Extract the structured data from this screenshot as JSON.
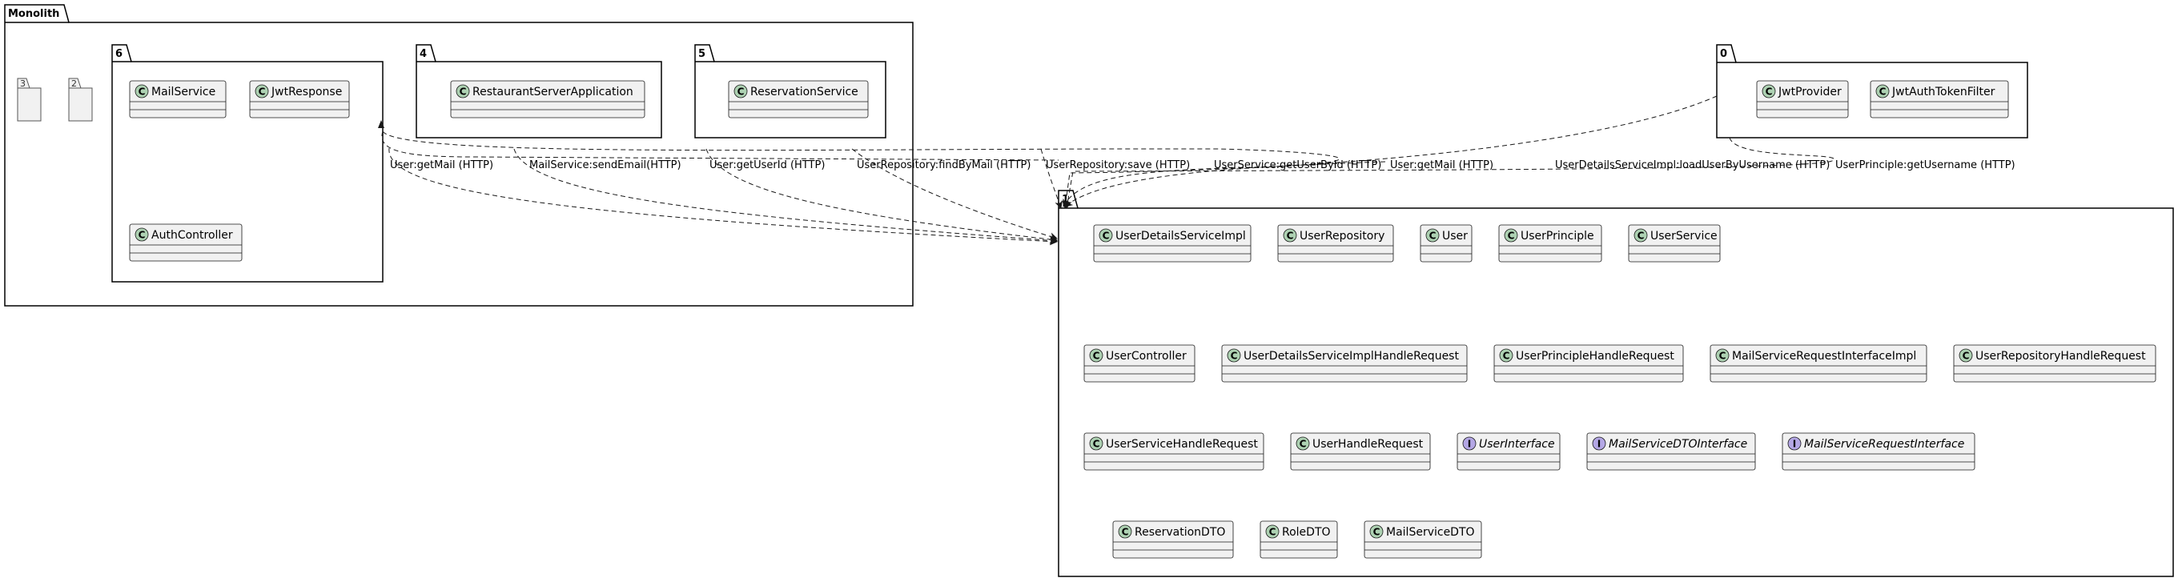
{
  "packages": {
    "monolith": "Monolith",
    "p6": "6",
    "p4": "4",
    "p5": "5",
    "p0": "0",
    "p1": "1",
    "p3": "3",
    "p2": "2"
  },
  "classes": {
    "mail_service": "MailService",
    "jwt_response": "JwtResponse",
    "auth_controller": "AuthController",
    "restaurant_server_application": "RestaurantServerApplication",
    "reservation_service": "ReservationService",
    "jwt_provider": "JwtProvider",
    "jwt_auth_token_filter": "JwtAuthTokenFilter",
    "user_details_service_impl": "UserDetailsServiceImpl",
    "user_repository": "UserRepository",
    "user": "User",
    "user_principle": "UserPrinciple",
    "user_service": "UserService",
    "user_controller": "UserController",
    "user_details_service_impl_handle_request": "UserDetailsServiceImplHandleRequest",
    "user_principle_handle_request": "UserPrincipleHandleRequest",
    "mail_service_request_interface_impl": "MailServiceRequestInterfaceImpl",
    "user_repository_handle_request": "UserRepositoryHandleRequest",
    "user_service_handle_request": "UserServiceHandleRequest",
    "user_handle_request": "UserHandleRequest",
    "user_interface": "UserInterface",
    "mail_service_dto_interface": "MailServiceDTOInterface",
    "mail_service_request_interface": "MailServiceRequestInterface",
    "reservation_dto": "ReservationDTO",
    "role_dto": "RoleDTO",
    "mail_service_dto": "MailServiceDTO"
  },
  "markers": {
    "class": "C",
    "interface": "I"
  },
  "edges": {
    "e1": "User:getMail (HTTP)",
    "e2": "MailService:sendEmail(HTTP)",
    "e3": "User:getUserId (HTTP)",
    "e4": "UserRepository:findByMail (HTTP)",
    "e5": "UserRepository:save (HTTP)",
    "e6": "UserService:getUserById (HTTP)",
    "e7": "User:getMail (HTTP)",
    "e8": "UserDetailsServiceImpl:loadUserByUsername (HTTP)",
    "e9": "UserPrinciple:getUsername (HTTP)"
  },
  "colors": {
    "class_fill": "#f1f1f1",
    "class_border": "#181818",
    "class_marker": "#add1b2",
    "interface_marker": "#b4a7e5",
    "package_border": "#000000",
    "edge": "#181818"
  }
}
